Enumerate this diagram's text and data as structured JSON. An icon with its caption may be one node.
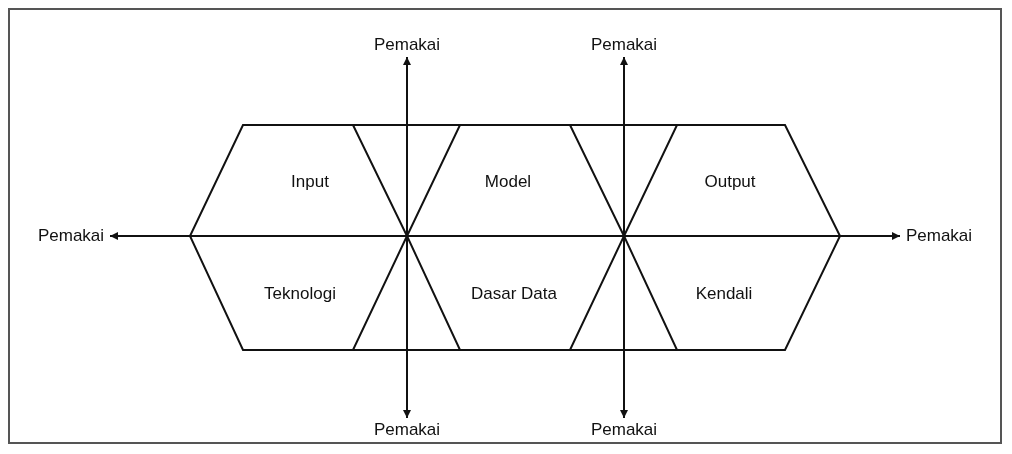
{
  "diagram": {
    "nodes": [
      {
        "text": [
          "Pemakai"
        ]
      },
      {
        "text": [
          "Pemakai"
        ]
      },
      {
        "text": [
          "Input"
        ]
      },
      {
        "text": [
          "Model"
        ]
      },
      {
        "text": [
          "Output"
        ]
      },
      {
        "text": [
          "Pemakai"
        ]
      },
      {
        "text": [
          "Pemakai"
        ]
      },
      {
        "text": [
          "Teknologi"
        ]
      },
      {
        "text": [
          "Dasar Data"
        ]
      },
      {
        "text": [
          "Kendali"
        ]
      },
      {
        "text": [
          "Pemakai"
        ]
      },
      {
        "text": [
          "Pemakai"
        ]
      }
    ],
    "edges": [
      {
        "from": 5,
        "to": 6,
        "arrow": "both"
      },
      {
        "from": 0,
        "to": 10,
        "arrow": "both"
      },
      {
        "from": 1,
        "to": 11,
        "arrow": "both"
      }
    ]
  }
}
